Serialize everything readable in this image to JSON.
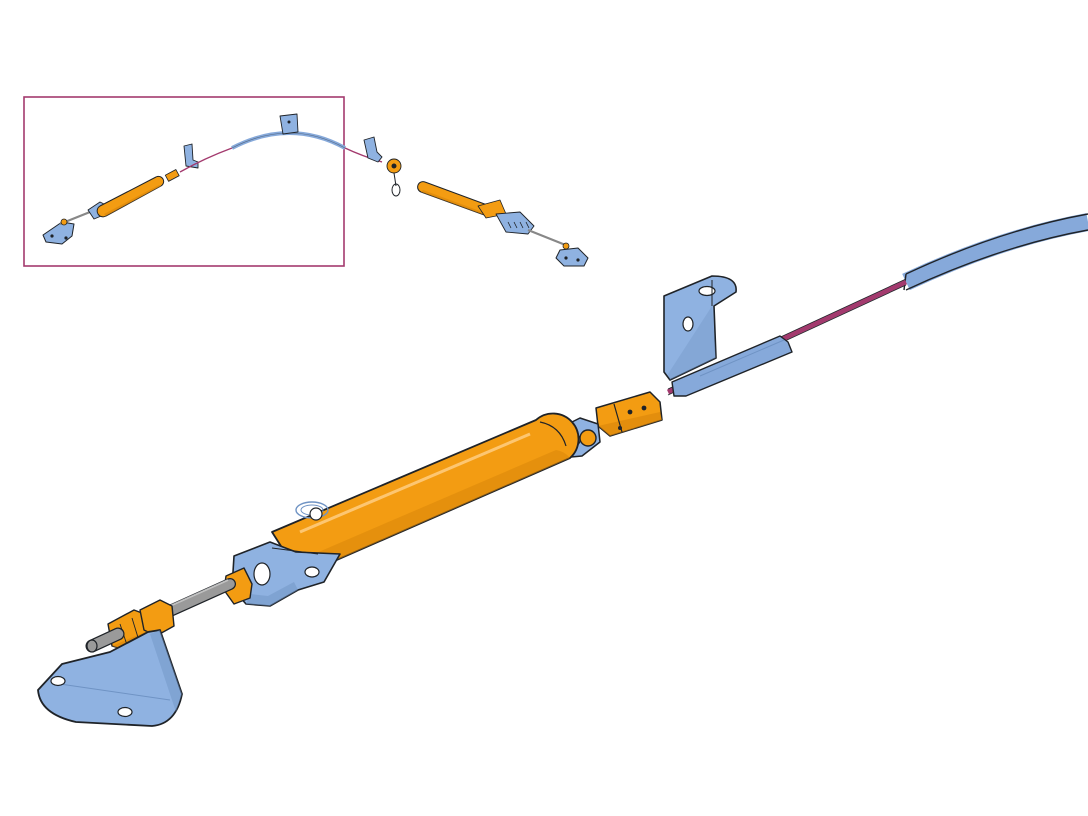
{
  "diagram": {
    "kind": "technical-illustration",
    "subject": "cable-mechanism",
    "labels": [],
    "colors": {
      "cylinder": "#F39C12",
      "cylinder_dark": "#D9860A",
      "bracket": "#8FB2E1",
      "bracket_dark": "#6F93C4",
      "cable_inner": "#A33A6E",
      "cable_sleeve": "#86A9DA",
      "rod": "#9A9A9A",
      "inset_frame": "#A33A6E",
      "outline": "#1F2328",
      "background": "#FFFFFF"
    },
    "parts": [
      "mounting-bracket",
      "lock-nut",
      "threaded-rod",
      "clevis-fork",
      "gas-cylinder",
      "pivot-pin",
      "cable-coupler",
      "cable-guide-bracket",
      "inner-cable",
      "cable-sleeve"
    ],
    "inset": {
      "present": true,
      "shows": "overview-of-full-assembly"
    }
  }
}
